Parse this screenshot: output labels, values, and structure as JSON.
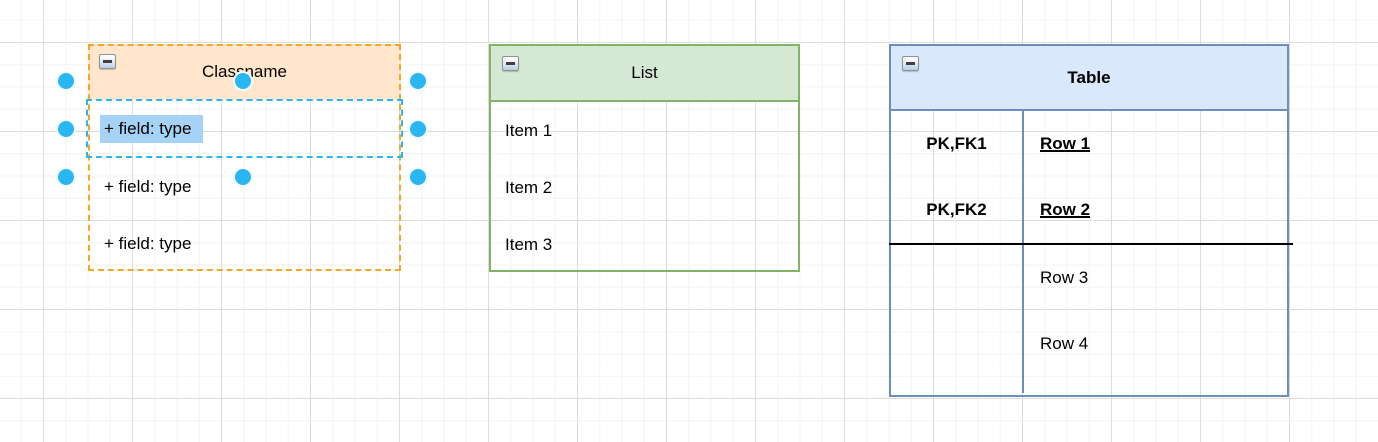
{
  "canvas": {
    "background": "#ffffff",
    "grid_minor_color": "#f3f3f3",
    "grid_major_color": "#dcdcdc"
  },
  "colors": {
    "selection_handle": "#29B6F2",
    "parent_selection_outline": "#F5A623",
    "row_selection_outline": "#29B6F2",
    "text_highlight": "#A6D2F5",
    "class_header_fill": "#FFE6CC",
    "class_border": "#D79B00",
    "list_header_fill": "#D5E8D4",
    "list_border": "#82B366",
    "table_header_fill": "#DAE8FC",
    "table_border": "#6C8EBF",
    "table_section_divider": "#000000"
  },
  "shapes": {
    "classname": {
      "title": "Classname",
      "fields": [
        "+ field: type",
        "+ field: type",
        "+ field: type"
      ],
      "selected_field_index": 0,
      "selected": true,
      "handle_count": 8
    },
    "list": {
      "title": "List",
      "items": [
        "Item 1",
        "Item 2",
        "Item 3"
      ]
    },
    "table": {
      "title": "Table",
      "rows": [
        {
          "key": "PK,FK1",
          "label": "Row 1"
        },
        {
          "key": "PK,FK2",
          "label": "Row 2"
        },
        {
          "key": "",
          "label": "Row 3"
        },
        {
          "key": "",
          "label": "Row 4"
        }
      ]
    }
  },
  "icons": {
    "collapse": "collapse-minus-icon"
  }
}
